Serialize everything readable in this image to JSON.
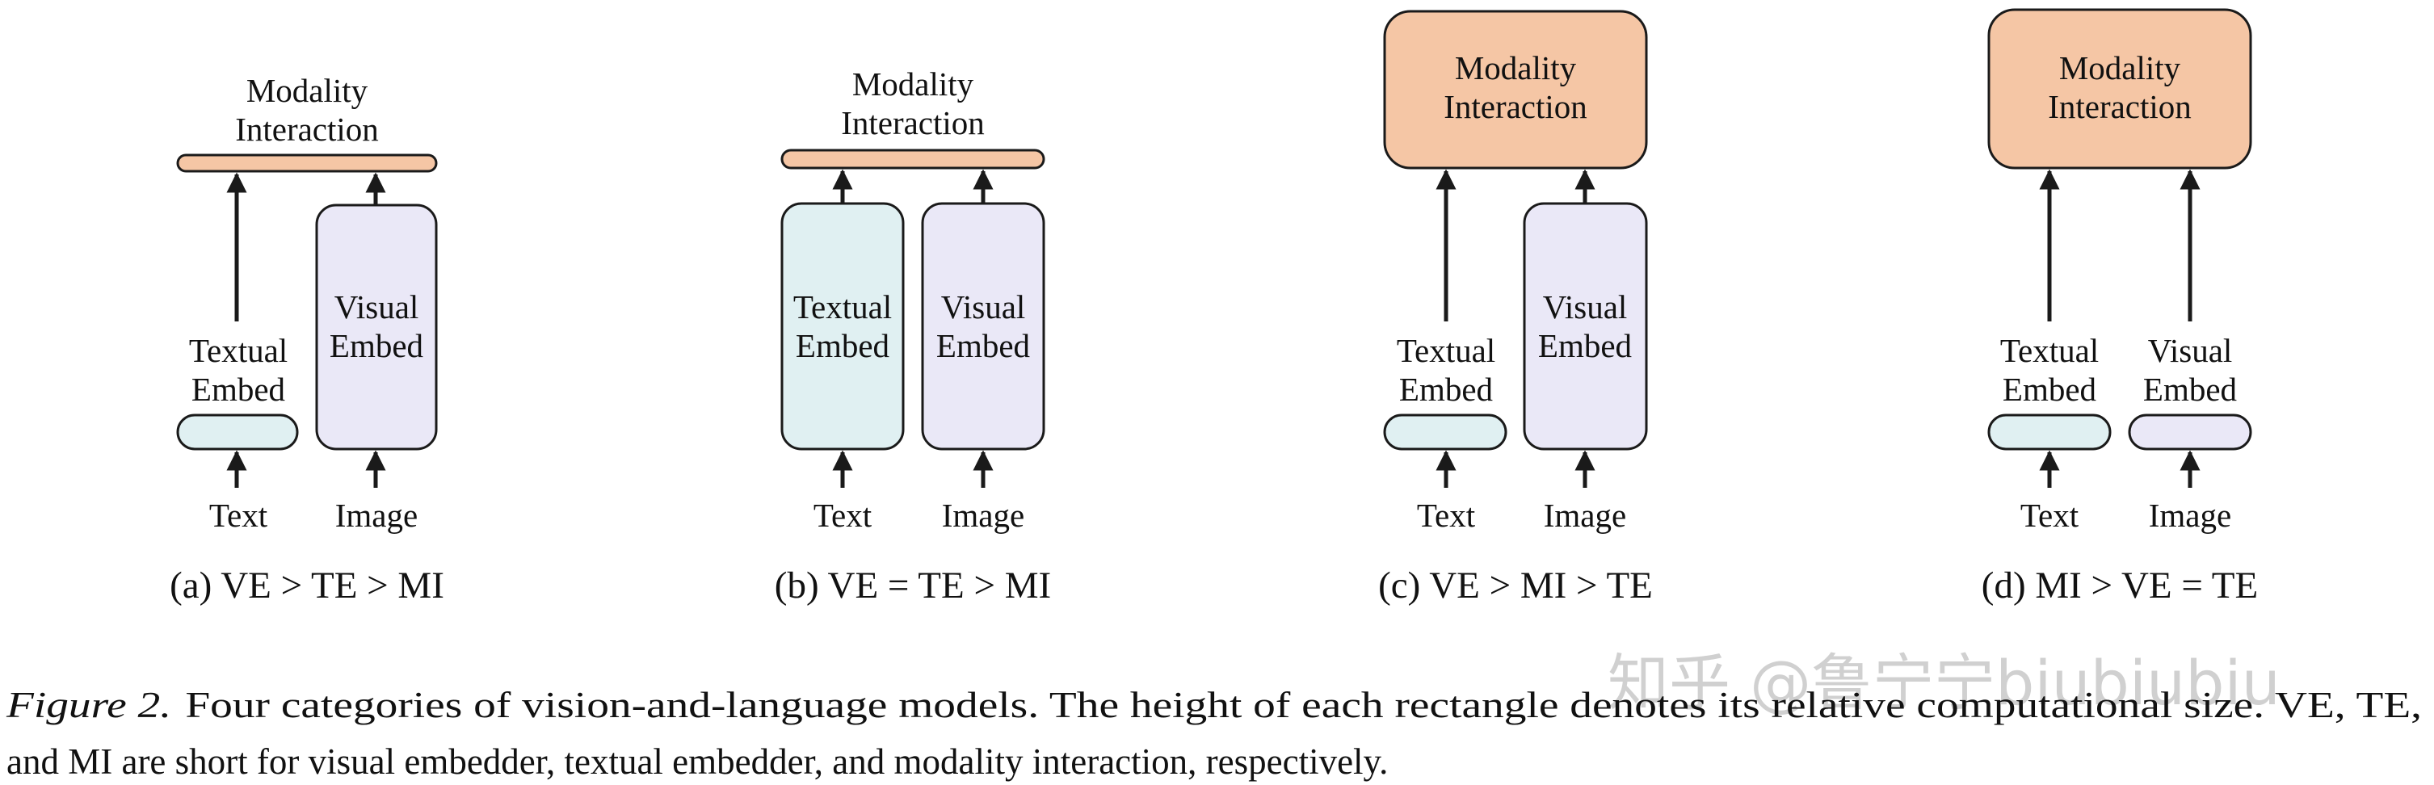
{
  "colors": {
    "modality": "#f5c6a5",
    "textual": "#e0f0f2",
    "visual": "#eae8f7",
    "stroke": "#1a1a1a",
    "watermark": "#d0d0d0"
  },
  "panels": [
    {
      "mi": [
        "Modality",
        "Interaction"
      ],
      "te": [
        "Textual",
        "Embed"
      ],
      "ve": [
        "Visual",
        "Embed"
      ],
      "text_input": "Text",
      "image_input": "Image",
      "caption": "(a) VE > TE > MI"
    },
    {
      "mi": [
        "Modality",
        "Interaction"
      ],
      "te": [
        "Textual",
        "Embed"
      ],
      "ve": [
        "Visual",
        "Embed"
      ],
      "text_input": "Text",
      "image_input": "Image",
      "caption": "(b) VE = TE > MI"
    },
    {
      "mi": [
        "Modality",
        "Interaction"
      ],
      "te": [
        "Textual",
        "Embed"
      ],
      "ve": [
        "Visual",
        "Embed"
      ],
      "text_input": "Text",
      "image_input": "Image",
      "caption": "(c) VE > MI > TE"
    },
    {
      "mi": [
        "Modality",
        "Interaction"
      ],
      "te": [
        "Textual",
        "Embed"
      ],
      "ve": [
        "Visual",
        "Embed"
      ],
      "text_input": "Text",
      "image_input": "Image",
      "caption": "(d) MI > VE = TE"
    }
  ],
  "caption": {
    "label": "Figure 2.",
    "line1": "Four categories of vision-and-language models. The height of each rectangle denotes its relative computational size. VE, TE,",
    "line2": "and MI are short for visual embedder, textual embedder, and modality interaction, respectively."
  },
  "watermark": "知乎 @鲁宁宁biubiubiu"
}
